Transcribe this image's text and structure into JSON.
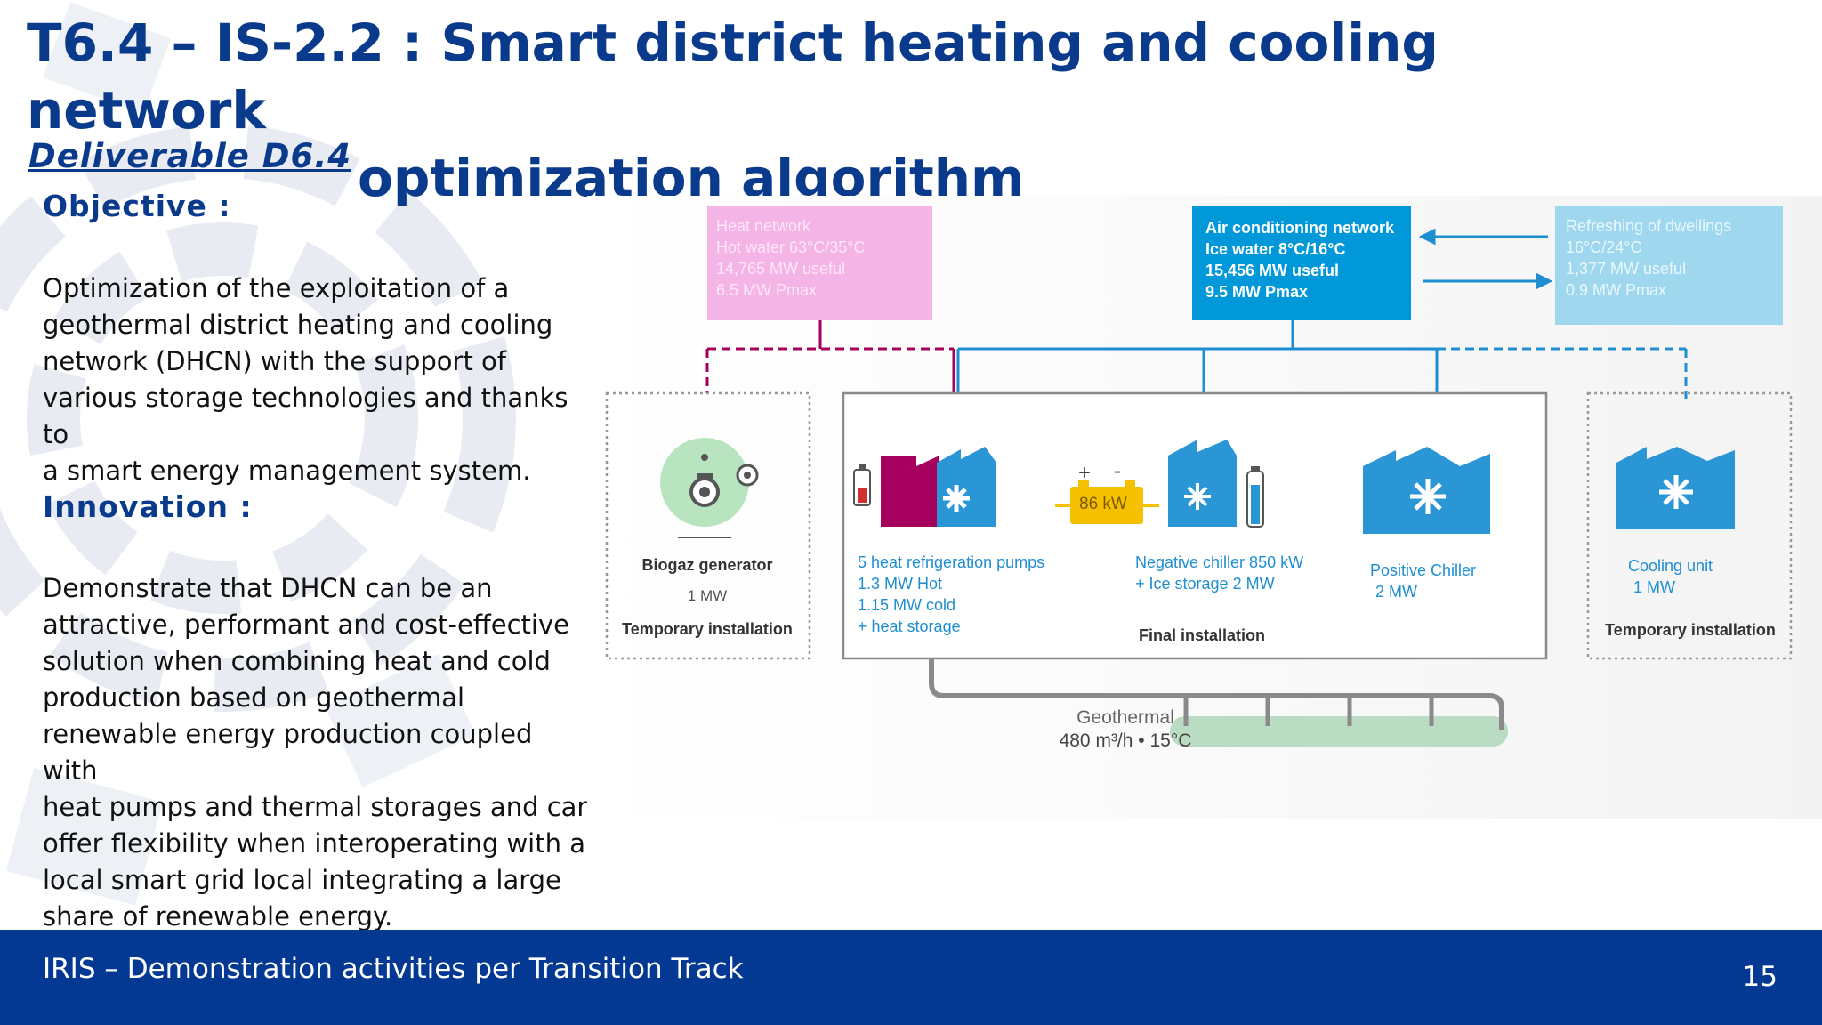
{
  "slide": {
    "title_line1": "T6.4 – IS-2.2 : Smart district heating and cooling network",
    "title_line2": "optimization algorithm",
    "deliverable": "Deliverable D6.4",
    "objective_heading": "Objective :",
    "objective_lines": [
      "Optimization of the exploitation of a",
      "geothermal district heating and cooling",
      "network (DHCN) with the support of",
      "various storage technologies and thanks to",
      "a smart energy management system."
    ],
    "innovation_heading": "Innovation :",
    "innovation_lines": [
      "Demonstrate that DHCN can be an",
      "attractive, performant and cost-effective",
      "solution when combining heat and cold",
      "production based on  geothermal",
      "renewable energy production coupled with",
      "heat pumps and thermal storages and can",
      "offer flexibility when interoperating with a",
      "local smart grid local integrating a large",
      "share of renewable energy."
    ],
    "footer": "IRIS – Demonstration activities per Transition Track",
    "page_number": "15"
  },
  "diagram": {
    "colors": {
      "heat_pink": "#f4b4e6",
      "heat_dark": "#a5005d",
      "cool_blue": "#0098d8",
      "light_blue": "#9fd8ee",
      "battery_yellow": "#f5c000",
      "geo_green": "#b9dcc2",
      "border_gray": "#8a8a8a",
      "label_blue": "#1f8ed1"
    },
    "heat_network": [
      "Heat network",
      "Hot water 63°C/35°C",
      "14,765 MW useful",
      "6.5 MW Pmax"
    ],
    "air_conditioning": [
      "Air conditioning network",
      "Ice water 8°C/16°C",
      "15,456 MW useful",
      "9.5 MW Pmax"
    ],
    "refreshing": [
      "Refreshing of dwellings",
      "16°C/24°C",
      "1,377 MW useful",
      "0.9 MW Pmax"
    ],
    "biogas_name": "Biogaz generator",
    "biogas_power": "1 MW",
    "temp_install_left": "Temporary installation",
    "battery_label": "86 kW",
    "battery_plus": "+",
    "battery_minus": "-",
    "heat_pumps": [
      "5 heat refrigeration pumps",
      "1.3 MW Hot",
      "1.15 MW cold",
      "+ heat storage"
    ],
    "negative_chiller": [
      "Negative chiller 850 kW",
      "+ Ice storage 2 MW"
    ],
    "positive_chiller": [
      "Positive Chiller",
      "2 MW"
    ],
    "final_install": "Final installation",
    "cooling_unit": [
      "Cooling unit",
      "1 MW"
    ],
    "temp_install_right": "Temporary installation",
    "geothermal_name": "Geothermal",
    "geothermal_flow": "480 m³/h • 15°C",
    "icons": [
      "biogas-generator-icon",
      "battery-icon",
      "heat-pump-building-icon",
      "chiller-building-icon",
      "snowflake-icon",
      "thermometer-icon"
    ]
  }
}
